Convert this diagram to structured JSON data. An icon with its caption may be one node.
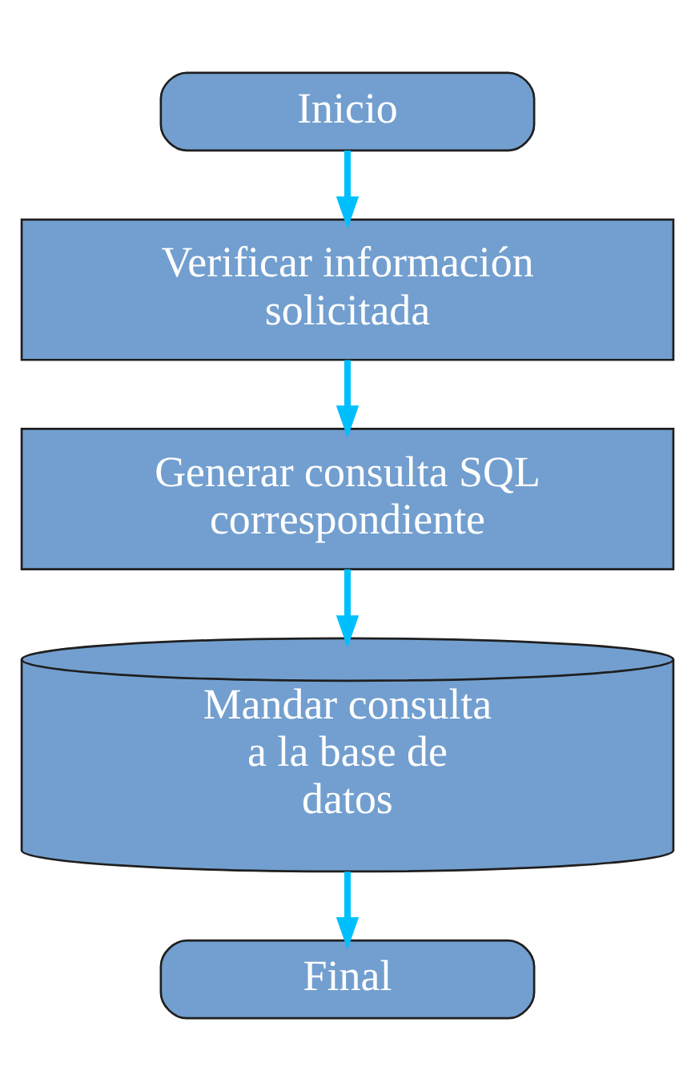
{
  "diagram": {
    "nodes": [
      {
        "text": [
          "Inicio"
        ]
      },
      {
        "text": [
          "Verificar información solicitada"
        ]
      },
      {
        "text": [
          "Generar consulta SQL correspondiente"
        ]
      },
      {
        "text": [
          "Mandar consulta a la base de datos"
        ]
      },
      {
        "text": [
          "Final"
        ]
      }
    ],
    "edges": [
      {
        "from": 0,
        "to": 1,
        "arrow": "to"
      },
      {
        "from": 1,
        "to": 2,
        "arrow": "to"
      },
      {
        "from": 2,
        "to": 3,
        "arrow": "to"
      },
      {
        "from": 3,
        "to": 4,
        "arrow": "to"
      }
    ]
  }
}
